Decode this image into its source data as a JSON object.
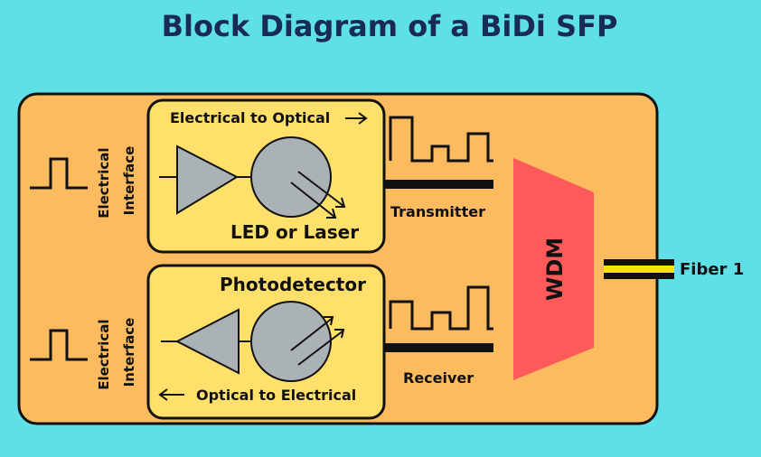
{
  "title": "Block Diagram of a BiDi SFP",
  "transmitter_block": {
    "direction_label": "Electrical to Optical",
    "device_label": "LED or Laser"
  },
  "receiver_block": {
    "device_label": "Photodetector",
    "direction_label": "Optical to Electrical"
  },
  "electrical_interface_tx": [
    "Electrical",
    "Interface"
  ],
  "electrical_interface_rx": [
    "Electrical",
    "Interface"
  ],
  "transmitter_label": "Transmitter",
  "receiver_label": "Receiver",
  "wdm_label": "WDM",
  "fiber_label": "Fiber 1",
  "colors": {
    "background": "#5ee0e6",
    "module": "#fbbb5e",
    "inner_block": "#fee06a",
    "component_gray": "#aab2b5",
    "wdm": "#fe5a5a",
    "fiber_stripe": "#f5e400",
    "title": "#1a2a57"
  }
}
